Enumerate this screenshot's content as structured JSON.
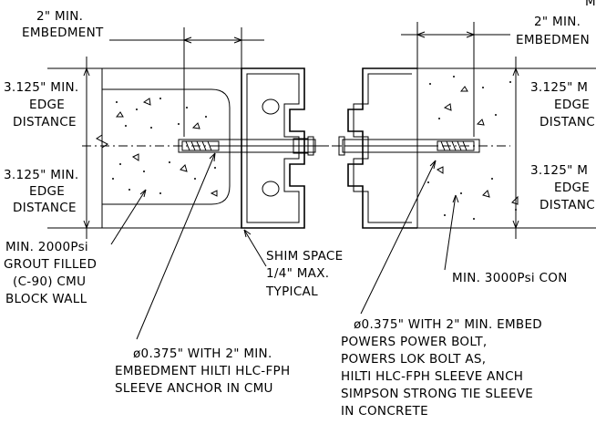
{
  "left_labels": {
    "embedment": [
      "2\" MIN.",
      "EMBEDMENT"
    ],
    "edge_top": [
      "3.125\" MIN.",
      "EDGE",
      "DISTANCE"
    ],
    "edge_bottom": [
      "3.125\" MIN.",
      "EDGE",
      "DISTANCE"
    ],
    "cmu_note": [
      "MIN. 2000Psi",
      "GROUT FILLED",
      "(C-90) CMU",
      "BLOCK WALL"
    ],
    "shim_note": [
      "SHIM SPACE",
      "1/4\" MAX.",
      "TYPICAL"
    ],
    "anchor_note": [
      "ø0.375\" WITH 2\" MIN.",
      "EMBEDMENT HILTI HLC-FPH",
      "SLEEVE ANCHOR IN CMU"
    ]
  },
  "right_labels": {
    "top_fragment": "M",
    "embedment": [
      "2\" MIN.",
      "EMBEDMEN"
    ],
    "edge_top": [
      "3.125\" M",
      "EDGE",
      "DISTANC"
    ],
    "edge_bottom": [
      "3.125\" M",
      "EDGE",
      "DISTANC"
    ],
    "concrete_note": "MIN. 3000Psi CON",
    "anchor_note": [
      "ø0.375\" WITH 2\" MIN. EMBED",
      "POWERS POWER BOLT,",
      "POWERS LOK BOLT AS,",
      "HILTI HLC-FPH SLEEVE ANCH",
      "SIMPSON STRONG TIE SLEEVE",
      "IN CONCRETE"
    ]
  }
}
